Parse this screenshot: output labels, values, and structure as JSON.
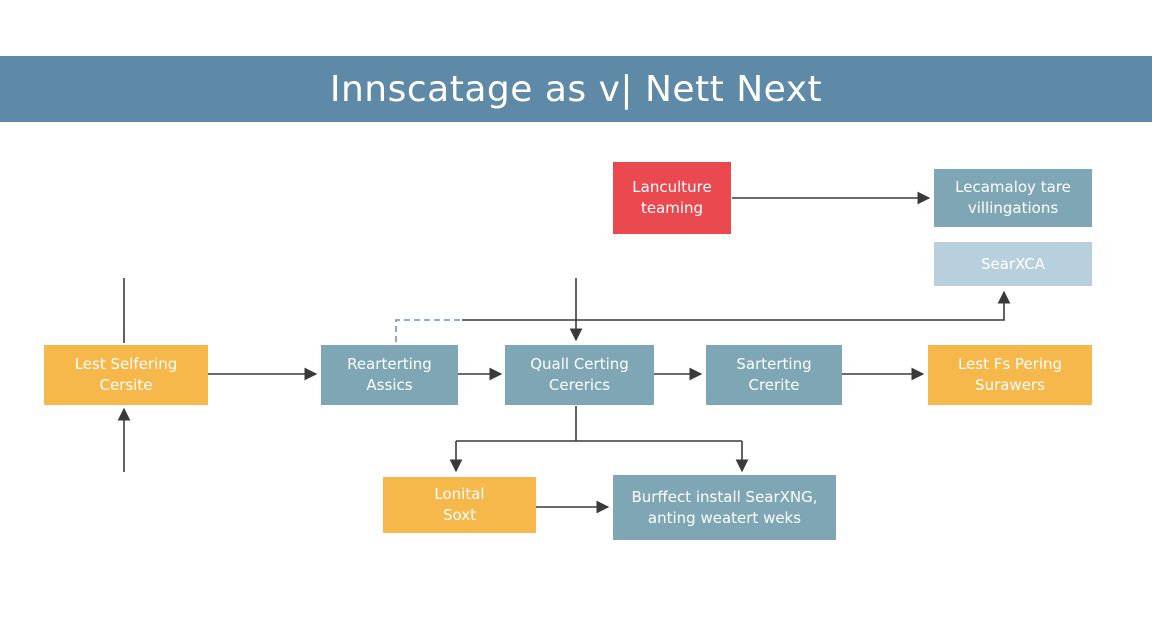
{
  "header": {
    "title": "Innscatage as v| Nett Next",
    "color": "#5f8aa7"
  },
  "colors": {
    "orange": "#f6b84a",
    "teal": "#7ea6b5",
    "light_teal": "#b7d0db",
    "red": "#ea4a4f",
    "arrow": "#3a3a3a",
    "dashed": "#6f94b0"
  },
  "nodes": {
    "lanculture": {
      "label": "Lanculture\nteaming",
      "color": "red"
    },
    "lecamaloy": {
      "label": "Lecamaloy tare\nvillingations",
      "color": "teal"
    },
    "searxca": {
      "label": "SearXCA",
      "color": "light_teal"
    },
    "lest_selfering": {
      "label": "Lest Selfering\nCersite",
      "color": "orange"
    },
    "rearterting": {
      "label": "Rearterting\nAssics",
      "color": "teal"
    },
    "quall_certing": {
      "label": "Quall Certing\nCererics",
      "color": "teal"
    },
    "sarterting": {
      "label": "Sarterting\nCrerite",
      "color": "teal"
    },
    "lest_fs_pering": {
      "label": "Lest Fs Pering\nSurawers",
      "color": "orange"
    },
    "lonital": {
      "label": "Lonital\nSoxt",
      "color": "orange"
    },
    "burffect": {
      "label": "Burffect install SearXNG,\nanting weatert weks",
      "color": "teal"
    }
  }
}
